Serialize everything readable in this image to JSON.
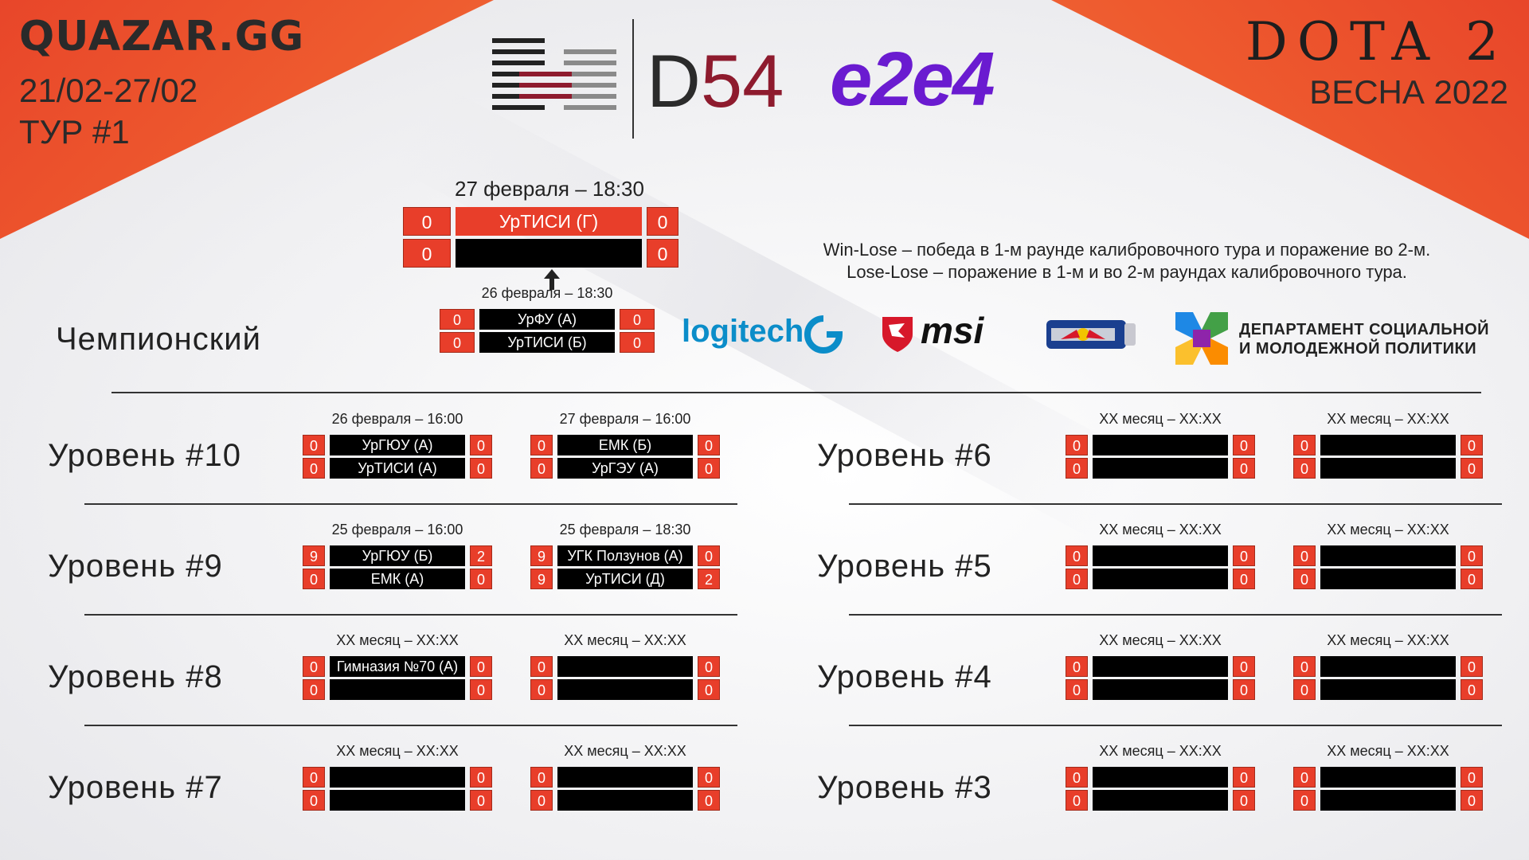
{
  "header": {
    "brand": "QUAZAR.GG",
    "date_range": "21/02-27/02",
    "tour": "ТУР #1",
    "game": "DOTA 2",
    "season": "ВЕСНА 2022",
    "d54_prefix": "D",
    "d54_number": "54",
    "e2e4": "e2e4"
  },
  "final": {
    "date": "27 февраля – 18:30",
    "rows": [
      {
        "left": "0",
        "team": "УрТИСИ (Г)",
        "right": "0"
      },
      {
        "left": "0",
        "team": "",
        "right": "0"
      }
    ]
  },
  "info": {
    "line1": "Win-Lose – победа в 1-м раунде калибровочного тура и поражение во 2-м.",
    "line2": "Lose-Lose – поражение в 1-м и во 2-м раундах калибровочного тура."
  },
  "sponsors": {
    "logitech": "logitech",
    "msi": "msi",
    "dept_line1": "ДЕПАРТАМЕНТ СОЦИАЛЬНОЙ",
    "dept_line2": "И МОЛОДЕЖНОЙ ПОЛИТИКИ",
    "colors": {
      "logitech": "#0b8dc9",
      "msi": "#d7182a",
      "e2e4": "#6a1bd0",
      "accent": "#e83e2a"
    }
  },
  "champion": {
    "label": "Чемпионский",
    "match": {
      "date": "26 февраля – 18:30",
      "rows": [
        {
          "left": "0",
          "team": "УрФУ (А)",
          "right": "0"
        },
        {
          "left": "0",
          "team": "УрТИСИ (Б)",
          "right": "0"
        }
      ]
    }
  },
  "left_levels": [
    {
      "label": "Уровень #10",
      "matches": [
        {
          "date": "26 февраля – 16:00",
          "rows": [
            {
              "left": "0",
              "team": "УрГЮУ (А)",
              "right": "0"
            },
            {
              "left": "0",
              "team": "УрТИСИ (А)",
              "right": "0"
            }
          ]
        },
        {
          "date": "27 февраля – 16:00",
          "rows": [
            {
              "left": "0",
              "team": "ЕМК (Б)",
              "right": "0"
            },
            {
              "left": "0",
              "team": "УрГЭУ (А)",
              "right": "0"
            }
          ]
        }
      ]
    },
    {
      "label": "Уровень #9",
      "matches": [
        {
          "date": "25 февраля – 16:00",
          "rows": [
            {
              "left": "9",
              "team": "УрГЮУ (Б)",
              "right": "2"
            },
            {
              "left": "0",
              "team": "ЕМК (А)",
              "right": "0"
            }
          ]
        },
        {
          "date": "25 февраля – 18:30",
          "rows": [
            {
              "left": "9",
              "team": "УГК Ползунов (А)",
              "right": "0"
            },
            {
              "left": "9",
              "team": "УрТИСИ (Д)",
              "right": "2"
            }
          ]
        }
      ]
    },
    {
      "label": "Уровень #8",
      "matches": [
        {
          "date": "XX месяц – XX:XX",
          "rows": [
            {
              "left": "0",
              "team": "Гимназия №70 (А)",
              "right": "0"
            },
            {
              "left": "0",
              "team": "",
              "right": "0"
            }
          ]
        },
        {
          "date": "XX месяц – XX:XX",
          "rows": [
            {
              "left": "0",
              "team": "",
              "right": "0"
            },
            {
              "left": "0",
              "team": "",
              "right": "0"
            }
          ]
        }
      ]
    },
    {
      "label": "Уровень #7",
      "matches": [
        {
          "date": "XX месяц – XX:XX",
          "rows": [
            {
              "left": "0",
              "team": "",
              "right": "0"
            },
            {
              "left": "0",
              "team": "",
              "right": "0"
            }
          ]
        },
        {
          "date": "XX месяц – XX:XX",
          "rows": [
            {
              "left": "0",
              "team": "",
              "right": "0"
            },
            {
              "left": "0",
              "team": "",
              "right": "0"
            }
          ]
        }
      ]
    }
  ],
  "right_levels": [
    {
      "label": "Уровень #6",
      "matches": [
        {
          "date": "XX месяц – XX:XX",
          "rows": [
            {
              "left": "0",
              "team": "",
              "right": "0"
            },
            {
              "left": "0",
              "team": "",
              "right": "0"
            }
          ]
        },
        {
          "date": "XX месяц – XX:XX",
          "rows": [
            {
              "left": "0",
              "team": "",
              "right": "0"
            },
            {
              "left": "0",
              "team": "",
              "right": "0"
            }
          ]
        }
      ]
    },
    {
      "label": "Уровень #5",
      "matches": [
        {
          "date": "XX месяц – XX:XX",
          "rows": [
            {
              "left": "0",
              "team": "",
              "right": "0"
            },
            {
              "left": "0",
              "team": "",
              "right": "0"
            }
          ]
        },
        {
          "date": "XX месяц – XX:XX",
          "rows": [
            {
              "left": "0",
              "team": "",
              "right": "0"
            },
            {
              "left": "0",
              "team": "",
              "right": "0"
            }
          ]
        }
      ]
    },
    {
      "label": "Уровень #4",
      "matches": [
        {
          "date": "XX месяц – XX:XX",
          "rows": [
            {
              "left": "0",
              "team": "",
              "right": "0"
            },
            {
              "left": "0",
              "team": "",
              "right": "0"
            }
          ]
        },
        {
          "date": "XX месяц – XX:XX",
          "rows": [
            {
              "left": "0",
              "team": "",
              "right": "0"
            },
            {
              "left": "0",
              "team": "",
              "right": "0"
            }
          ]
        }
      ]
    },
    {
      "label": "Уровень #3",
      "matches": [
        {
          "date": "XX месяц – XX:XX",
          "rows": [
            {
              "left": "0",
              "team": "",
              "right": "0"
            },
            {
              "left": "0",
              "team": "",
              "right": "0"
            }
          ]
        },
        {
          "date": "XX месяц – XX:XX",
          "rows": [
            {
              "left": "0",
              "team": "",
              "right": "0"
            },
            {
              "left": "0",
              "team": "",
              "right": "0"
            }
          ]
        }
      ]
    }
  ]
}
